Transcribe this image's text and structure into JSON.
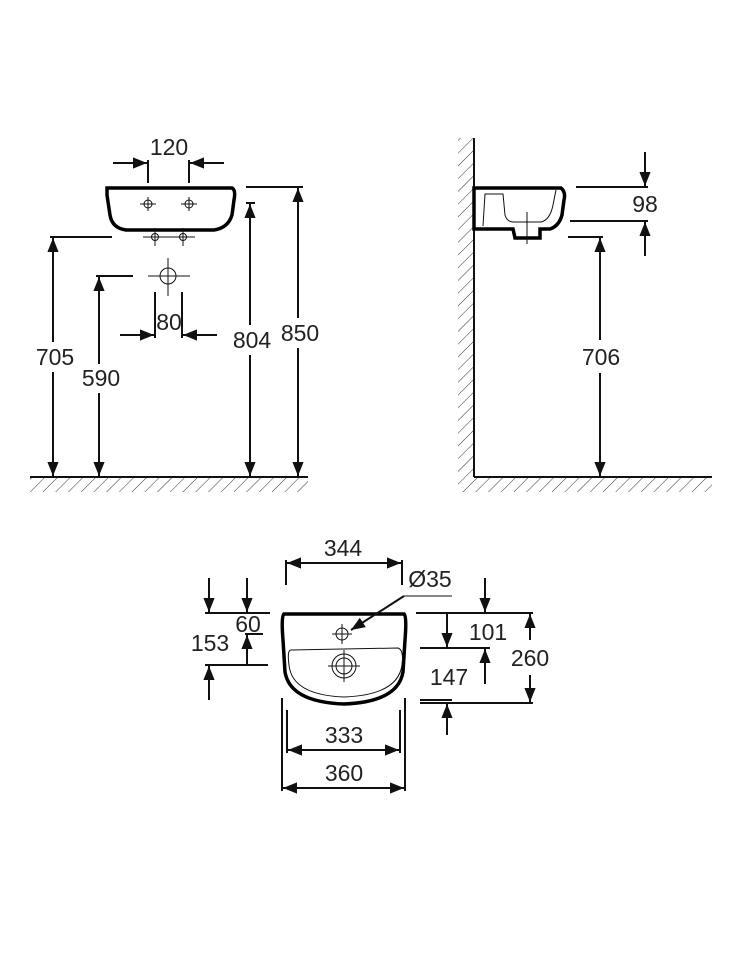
{
  "front_view": {
    "tap_spacing": "120",
    "waste_spacing": "80",
    "height_to_bottom": "705",
    "waste_height": "590",
    "overflow_height": "804",
    "rim_height": "850"
  },
  "side_view": {
    "basin_depth": "98",
    "bottom_height": "706"
  },
  "top_view": {
    "bowl_width": "344",
    "tap_hole_diameter": "Ø35",
    "rim_to_waste": "153",
    "rim_to_tap": "60",
    "rim_to_bowl": "101",
    "bowl_depth": "147",
    "total_depth": "260",
    "inner_width": "333",
    "total_width": "360"
  }
}
